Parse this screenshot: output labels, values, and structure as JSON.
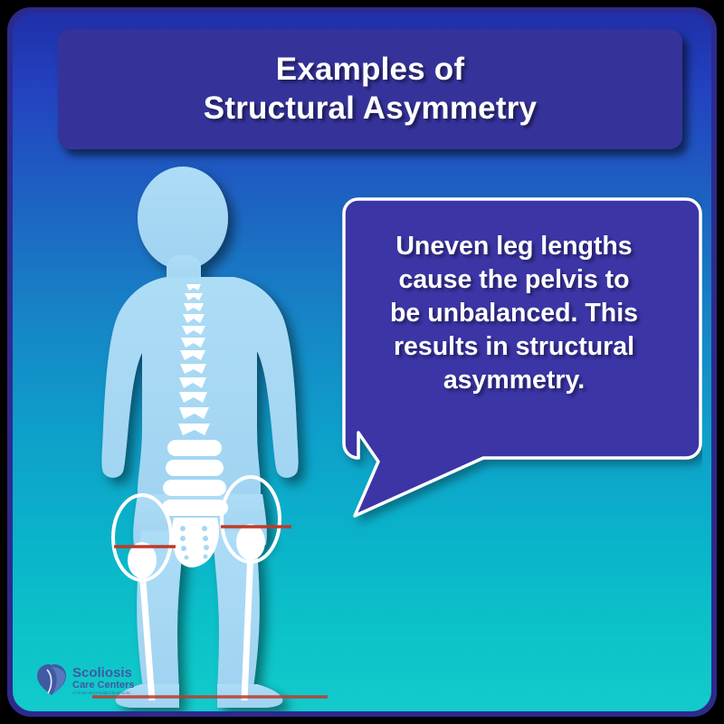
{
  "frame": {
    "outer_border_color": "#000000",
    "ring_color": "#2d2a8c"
  },
  "background": {
    "gradient_top": "#1f2fa8",
    "gradient_mid": "#1685c6",
    "gradient_bottom": "#13cbcb"
  },
  "title": {
    "line1": "Examples of",
    "line2": "Structural Asymmetry",
    "banner_color": "#35339a",
    "text_color": "#ffffff"
  },
  "callout": {
    "text": "Uneven leg lengths cause the pelvis to be unbalanced. This results in structural asymmetry.",
    "line1": "Uneven leg lengths",
    "line2": "cause the pelvis to",
    "line3": "be unbalanced. This",
    "line4": "results in structural",
    "line5": "asymmetry.",
    "fill_color": "#3b36a6",
    "outline_color": "#ffffff",
    "text_color": "#ffffff",
    "tail_direction": "down-left"
  },
  "figure": {
    "body_color": "#a5d8f3",
    "bone_color": "#ffffff",
    "reference_line_color": "#c0392b",
    "parts": {
      "head": "head",
      "torso": "torso",
      "spine": "spine-vertebrae",
      "pelvis": "pelvis",
      "hip_circle_left": "hip-circle-left",
      "hip_circle_right": "hip-circle-right",
      "femoral_head_left": "femoral-head-left",
      "femoral_head_right": "femoral-head-right",
      "leg_left": "leg-left",
      "leg_right": "leg-right",
      "floor_line": "floor-reference-line"
    },
    "annotations": {
      "hip_line_left_label": "left hip reference line (lower)",
      "hip_line_right_label": "right hip reference line (higher)",
      "floor_line_label": "floor reference line"
    }
  },
  "logo": {
    "line1": "Scoliosis",
    "line2": "Care Centers",
    "tagline": "of Texas and Florida Chiropractic",
    "mark": "heart-spine-icon",
    "color": "#3f5aa3"
  }
}
